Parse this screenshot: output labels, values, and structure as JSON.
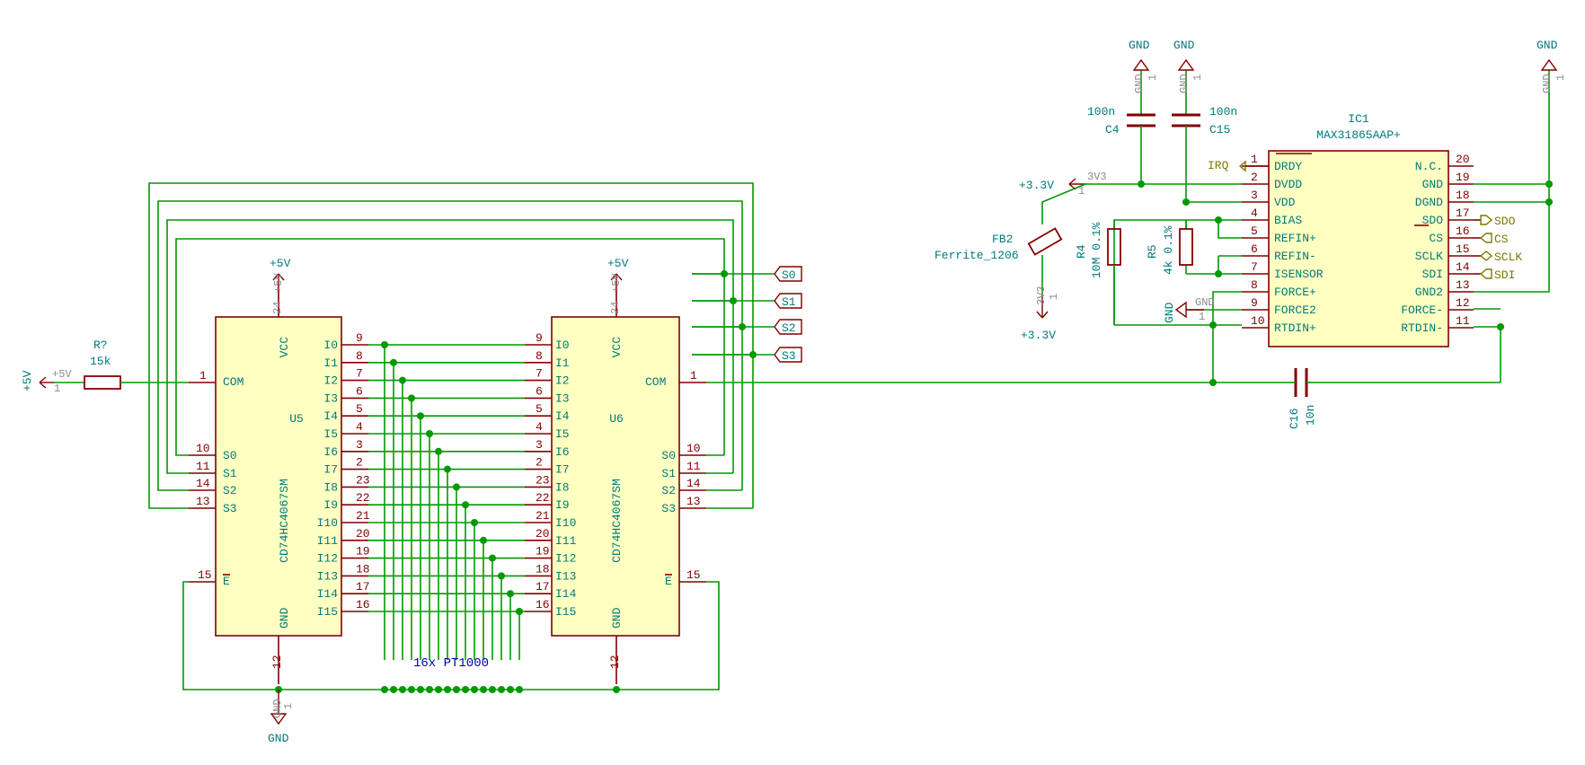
{
  "u5": {
    "ref": "U5",
    "value": "CD74HC4067SM",
    "vcc": "VCC",
    "gnd": "GND",
    "com": "COM",
    "enable": "E",
    "power_top": "+5V",
    "power_pin": "24",
    "power_bot": "GND",
    "gnd_pin": "12",
    "com_pin": "1",
    "enable_pin": "15",
    "s_labels": [
      "S0",
      "S1",
      "S2",
      "S3"
    ],
    "s_pins": [
      "10",
      "11",
      "14",
      "13"
    ],
    "i_labels": [
      "I0",
      "I1",
      "I2",
      "I3",
      "I4",
      "I5",
      "I6",
      "I7",
      "I8",
      "I9",
      "I10",
      "I11",
      "I12",
      "I13",
      "I14",
      "I15"
    ],
    "i_pins": [
      "9",
      "8",
      "7",
      "6",
      "5",
      "4",
      "3",
      "2",
      "23",
      "22",
      "21",
      "20",
      "19",
      "18",
      "17",
      "16"
    ]
  },
  "u6": {
    "ref": "U6",
    "value": "CD74HC4067SM",
    "vcc": "VCC",
    "gnd": "GND",
    "com": "COM",
    "enable": "E",
    "power_top": "+5V",
    "power_pin": "24",
    "gnd_pin": "12",
    "com_pin": "1",
    "enable_pin": "15",
    "s_labels": [
      "S0",
      "S1",
      "S2",
      "S3"
    ],
    "s_pins": [
      "10",
      "11",
      "14",
      "13"
    ],
    "i_labels": [
      "I0",
      "I1",
      "I2",
      "I3",
      "I4",
      "I5",
      "I6",
      "I7",
      "I8",
      "I9",
      "I10",
      "I11",
      "I12",
      "I13",
      "I14",
      "I15"
    ],
    "i_pins": [
      "9",
      "8",
      "7",
      "6",
      "5",
      "4",
      "3",
      "2",
      "23",
      "22",
      "21",
      "20",
      "19",
      "18",
      "17",
      "16"
    ]
  },
  "r_left": {
    "ref": "R?",
    "value": "15k",
    "supply": "+5V",
    "pin_name": "+5V",
    "pin_num": "1"
  },
  "sensor_array": "16x PT1000",
  "hier_labels": [
    "S0",
    "S1",
    "S2",
    "S3"
  ],
  "ic1": {
    "ref": "IC1",
    "value": "MAX31865AAP+",
    "left_pins": [
      {
        "num": "1",
        "name": "DRDY"
      },
      {
        "num": "2",
        "name": "DVDD"
      },
      {
        "num": "3",
        "name": "VDD"
      },
      {
        "num": "4",
        "name": "BIAS"
      },
      {
        "num": "5",
        "name": "REFIN+"
      },
      {
        "num": "6",
        "name": "REFIN-"
      },
      {
        "num": "7",
        "name": "ISENSOR"
      },
      {
        "num": "8",
        "name": "FORCE+"
      },
      {
        "num": "9",
        "name": "FORCE2"
      },
      {
        "num": "10",
        "name": "RTDIN+"
      }
    ],
    "right_pins": [
      {
        "num": "20",
        "name": "N.C."
      },
      {
        "num": "19",
        "name": "GND"
      },
      {
        "num": "18",
        "name": "DGND"
      },
      {
        "num": "17",
        "name": "SDO"
      },
      {
        "num": "16",
        "name": "CS"
      },
      {
        "num": "15",
        "name": "SCLK"
      },
      {
        "num": "14",
        "name": "SDI"
      },
      {
        "num": "13",
        "name": "GND2"
      },
      {
        "num": "12",
        "name": "FORCE-"
      },
      {
        "num": "11",
        "name": "RTDIN-"
      }
    ]
  },
  "signals": {
    "irq": "IRQ",
    "sdo": "SDO",
    "cs": "CS",
    "sclk": "SCLK",
    "sdi": "SDI"
  },
  "c4": {
    "ref": "C4",
    "value": "100n"
  },
  "c15": {
    "ref": "C15",
    "value": "100n"
  },
  "c16": {
    "ref": "C16",
    "value": "10n"
  },
  "r4": {
    "ref": "R4",
    "value": "10M 0.1%"
  },
  "r5": {
    "ref": "R5",
    "value": "4k 0.1%"
  },
  "fb2": {
    "ref": "FB2",
    "value": "Ferrite_1206"
  },
  "gnd_labels": {
    "top1": "GND",
    "top2": "GND",
    "top3": "GND",
    "mid": "GND",
    "bottom": "GND",
    "small": "GND",
    "small_pin": "1"
  },
  "supply_3v3": {
    "label": "+3.3V",
    "pin_name": "3V3",
    "pin_num": "1"
  },
  "supply_3v3_bottom": {
    "label": "+3.3V",
    "pin_name": "3V3",
    "pin_num": "1"
  }
}
